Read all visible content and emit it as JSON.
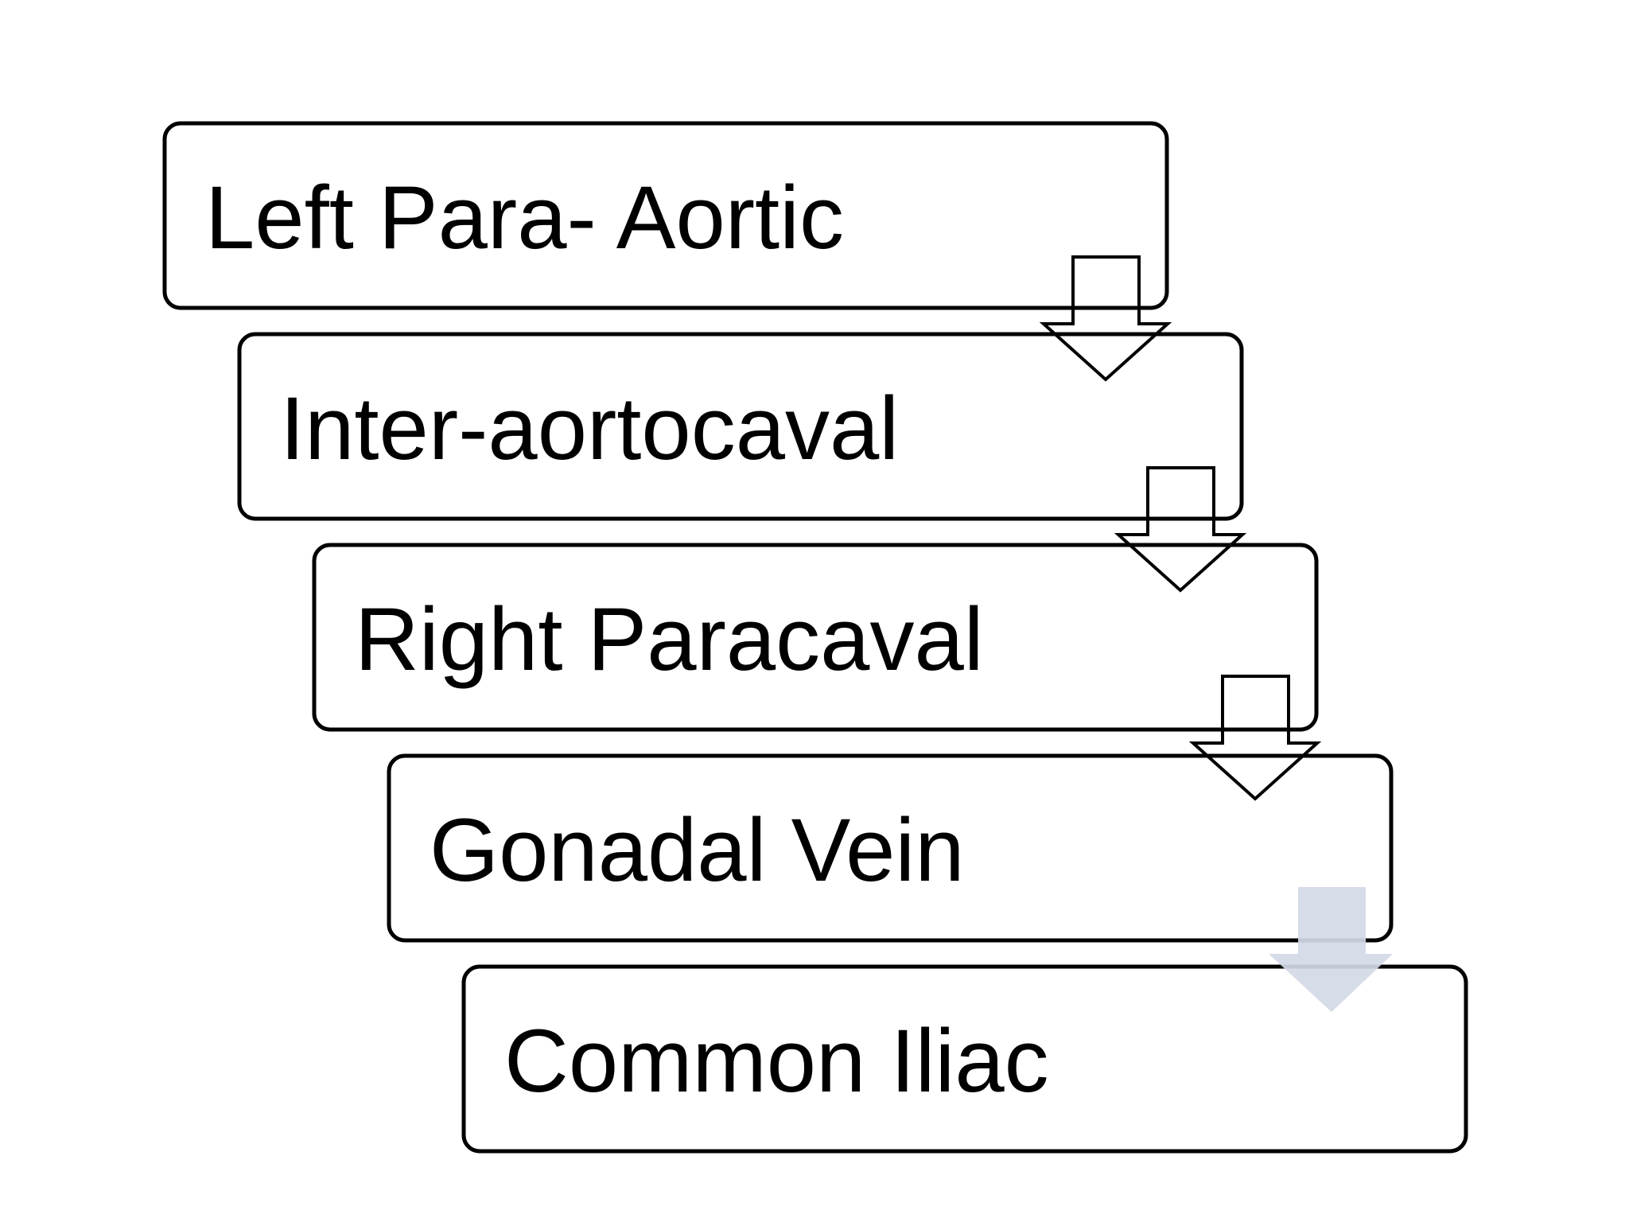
{
  "diagram": {
    "steps": [
      {
        "label": "Left Para- Aortic"
      },
      {
        "label": "Inter-aortocaval"
      },
      {
        "label": "Right Paracaval"
      },
      {
        "label": "Gonadal Vein"
      },
      {
        "label": "Common Iliac"
      }
    ],
    "colors": {
      "box_stroke": "#000000",
      "box_fill": "#ffffff",
      "text": "#000000",
      "arrow_stroke": "#000000",
      "last_arrow_fill": "#d3d9e6"
    }
  }
}
